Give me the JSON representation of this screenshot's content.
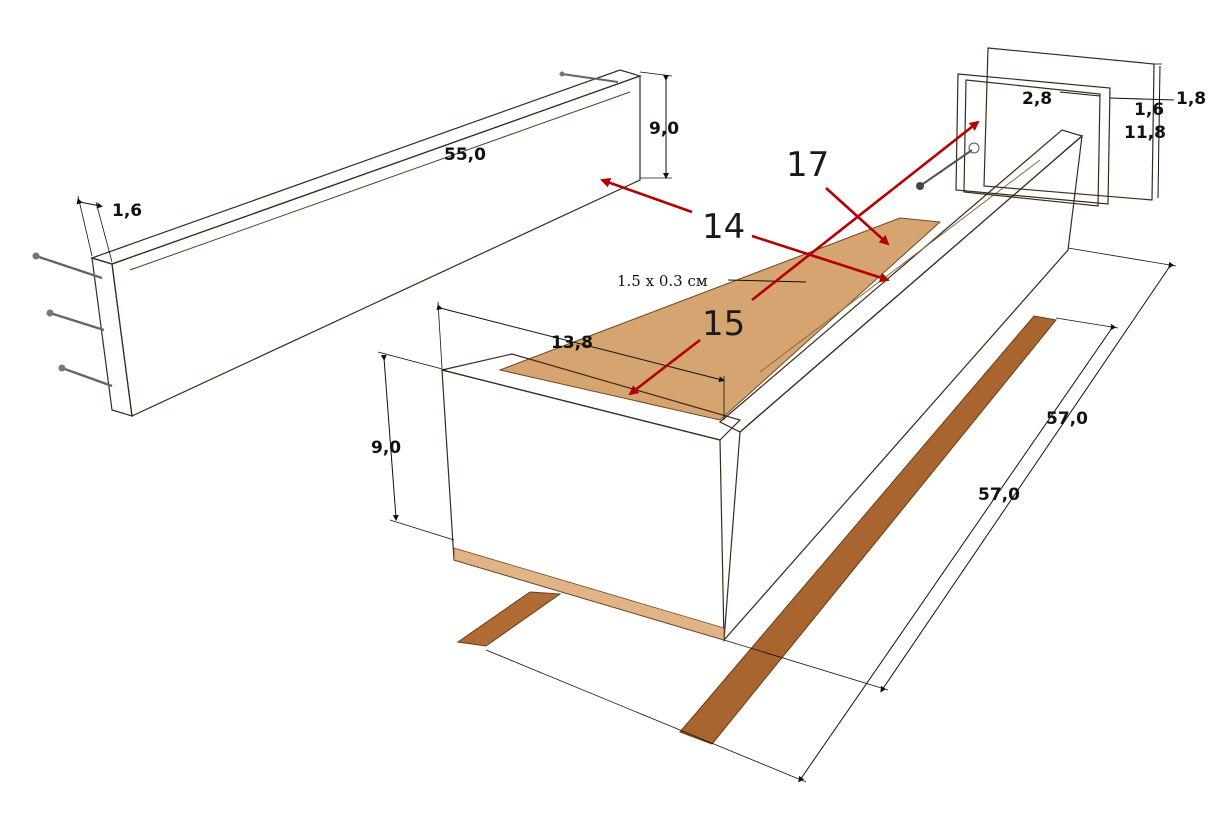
{
  "dimensions": {
    "long_board_length": "55,0",
    "long_board_height": "9,0",
    "long_board_thickness": "1,6",
    "front_width": "13,8",
    "front_height": "9,0",
    "side_length": "57,0",
    "runner_length": "57,0",
    "back_offset": "2,8",
    "back_thickness_a": "1,6",
    "back_thickness_b": "1,8",
    "back_height": "11,8"
  },
  "groove_note": "1.5 x 0.3 см",
  "callouts": {
    "part_14": "14",
    "part_15": "15",
    "part_17": "17"
  },
  "colors": {
    "wood_face": "#d7a574",
    "wood_top": "#eac29a",
    "wood_dark": "#b9824f",
    "runner": "#a8652f",
    "arrow": "#b30000"
  }
}
